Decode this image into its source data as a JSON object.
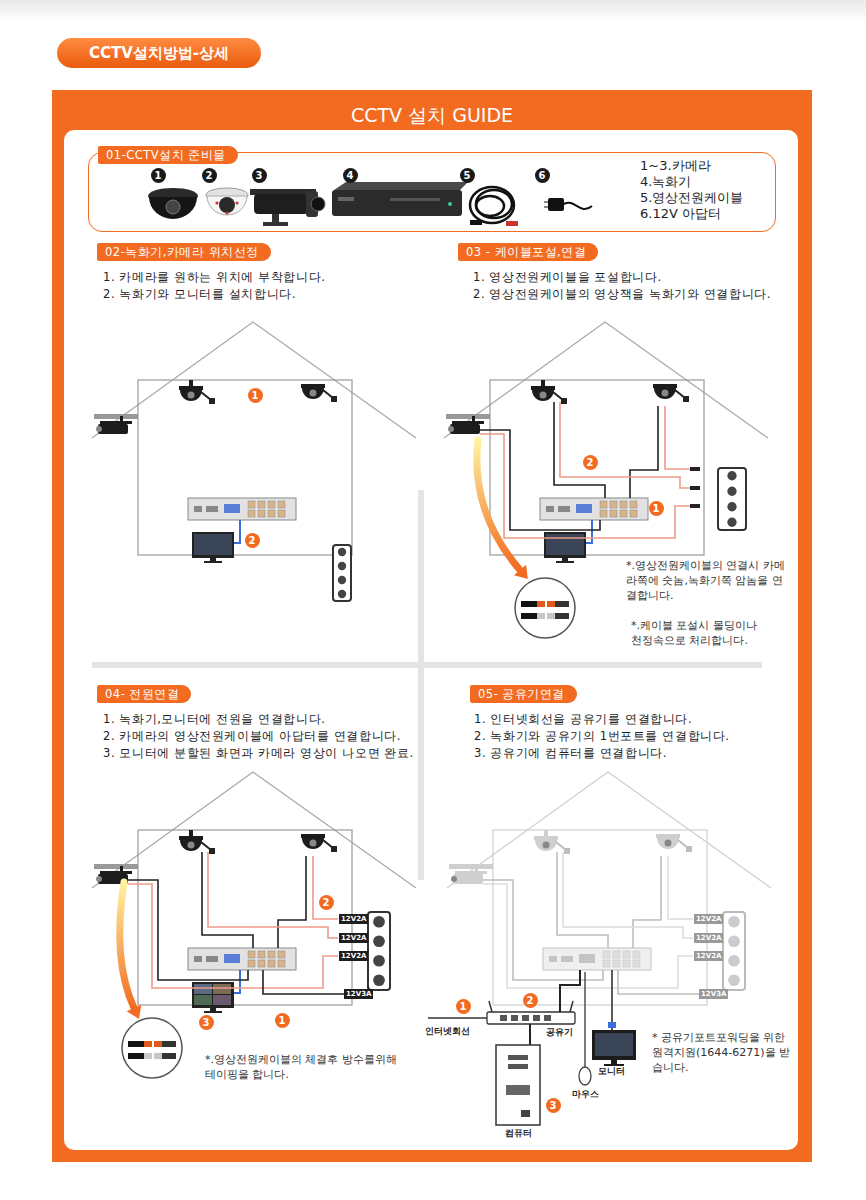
{
  "diagram": {
    "title": "CCTV설치방법-상세",
    "nodes": [
      {
        "text": [
          "CCTV 설치 GUIDE"
        ]
      },
      {
        "text": [
          "1~3.카메라",
          "4.녹화기",
          "5.영상전원케이블",
          "6.12V 아답터"
        ],
        "in": 0
      },
      {
        "text": [
          "01-CCTV설치 준비물"
        ],
        "in": 1
      },
      {
        "text": [
          "02-녹화기,카메라 위치선정"
        ],
        "in": 0
      },
      {
        "text": [
          "03 - 케이블포설,연결"
        ],
        "in": 0
      },
      {
        "text": [
          "04- 전원연결"
        ],
        "in": 0
      },
      {
        "text": [
          "05- 공유기연결"
        ],
        "in": 0
      },
      {
        "text": [
          "12V2A"
        ],
        "in": 0
      },
      {
        "text": [
          "12V2A"
        ],
        "in": 0
      },
      {
        "text": [
          "12V2A"
        ],
        "in": 0
      },
      {
        "text": [
          "12V3A"
        ],
        "in": 0
      },
      {
        "text": [
          "12V2A"
        ],
        "in": 0
      },
      {
        "text": [
          "12V2A"
        ],
        "in": 0
      },
      {
        "text": [
          "12V2A"
        ],
        "in": 0
      },
      {
        "text": [
          "12V3A"
        ],
        "in": 0
      }
    ],
    "labels": [
      "1",
      "2",
      "3",
      "4",
      "5",
      "6",
      "1. 카메라를 원하는 위치에 부착합니다.",
      "2. 녹화기와 모니터를 설치합니다.",
      "1",
      "2",
      "1. 영상전원케이블을 포설합니다.",
      "2. 영상전원케이블의 영상잭을 녹화기와 연결합니다.",
      "2",
      "1",
      "*.영상전원케이블의 연결시 카메라쪽에 숫놈,녹화기쪽 암놈을 연결합니다.",
      "*.케이블 포설시 몰딩이나 천정속으로 처리합니다.",
      "1. 녹화기,모니터에 전원을 연결합니다.",
      "2. 카메라의 영상전원케이블에 아답터를 연결합니다.",
      "3. 모니터에 분할된 화면과 카메라 영상이 나오면 완료.",
      "2",
      "1",
      "3",
      "*.영상전원케이블의 체결후 방수를위해 테이핑을 합니다.",
      "1. 인터넷회선을 공유기를 연결합니다.",
      "2. 녹화기와 공유기의 1번포트를 연결합니다.",
      "3. 공유기에 컴퓨터를 연결합니다.",
      "1",
      "2",
      "3",
      "인터넷회선",
      "공유기",
      "컴퓨터",
      "마우스",
      "모니터",
      "* 공유기포트포워딩을 위한 원격지원(1644-6271)을 받습니다."
    ]
  }
}
